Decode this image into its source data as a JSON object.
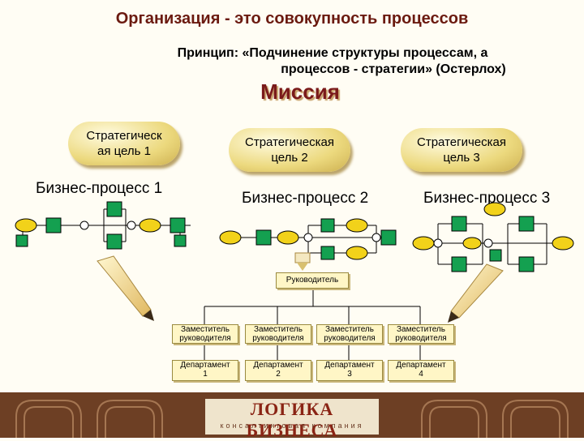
{
  "title": "Организация - это совокупность процессов",
  "principle": {
    "line1": "Принцип: «Подчинение структуры процессам, а",
    "line2": "процессов - стратегии» (Остерлох)"
  },
  "mission": "Миссия",
  "goals": [
    {
      "line1": "Стратегическ",
      "line2": "ая цель 1"
    },
    {
      "line1": "Стратегическая",
      "line2": "цель 2"
    },
    {
      "line1": "Стратегическая",
      "line2": "цель 3"
    }
  ],
  "processes": [
    "Бизнес-процесс 1",
    "Бизнес-процесс 2",
    "Бизнес-процесс 3"
  ],
  "org": {
    "head": "Руководитель",
    "deputies": [
      {
        "line1": "Заместитель",
        "line2": "руководителя"
      },
      {
        "line1": "Заместитель",
        "line2": "руководителя"
      },
      {
        "line1": "Заместитель",
        "line2": "руководителя"
      },
      {
        "line1": "Заместитель",
        "line2": "руководителя"
      }
    ],
    "departments": [
      {
        "line1": "Департамент",
        "line2": "1"
      },
      {
        "line1": "Департамент",
        "line2": "2"
      },
      {
        "line1": "Департамент",
        "line2": "3"
      },
      {
        "line1": "Департамент",
        "line2": "4"
      }
    ]
  },
  "footer": {
    "logo_title": "ЛОГИКА БИЗНЕСА",
    "logo_subtitle": "консалтинговая компания"
  },
  "colors": {
    "event_fill": "#f2d21a",
    "function_fill": "#14a050",
    "connector_fill": "#ffffff",
    "footer_bg": "#6d3f24",
    "title_color": "#6b1a10"
  }
}
